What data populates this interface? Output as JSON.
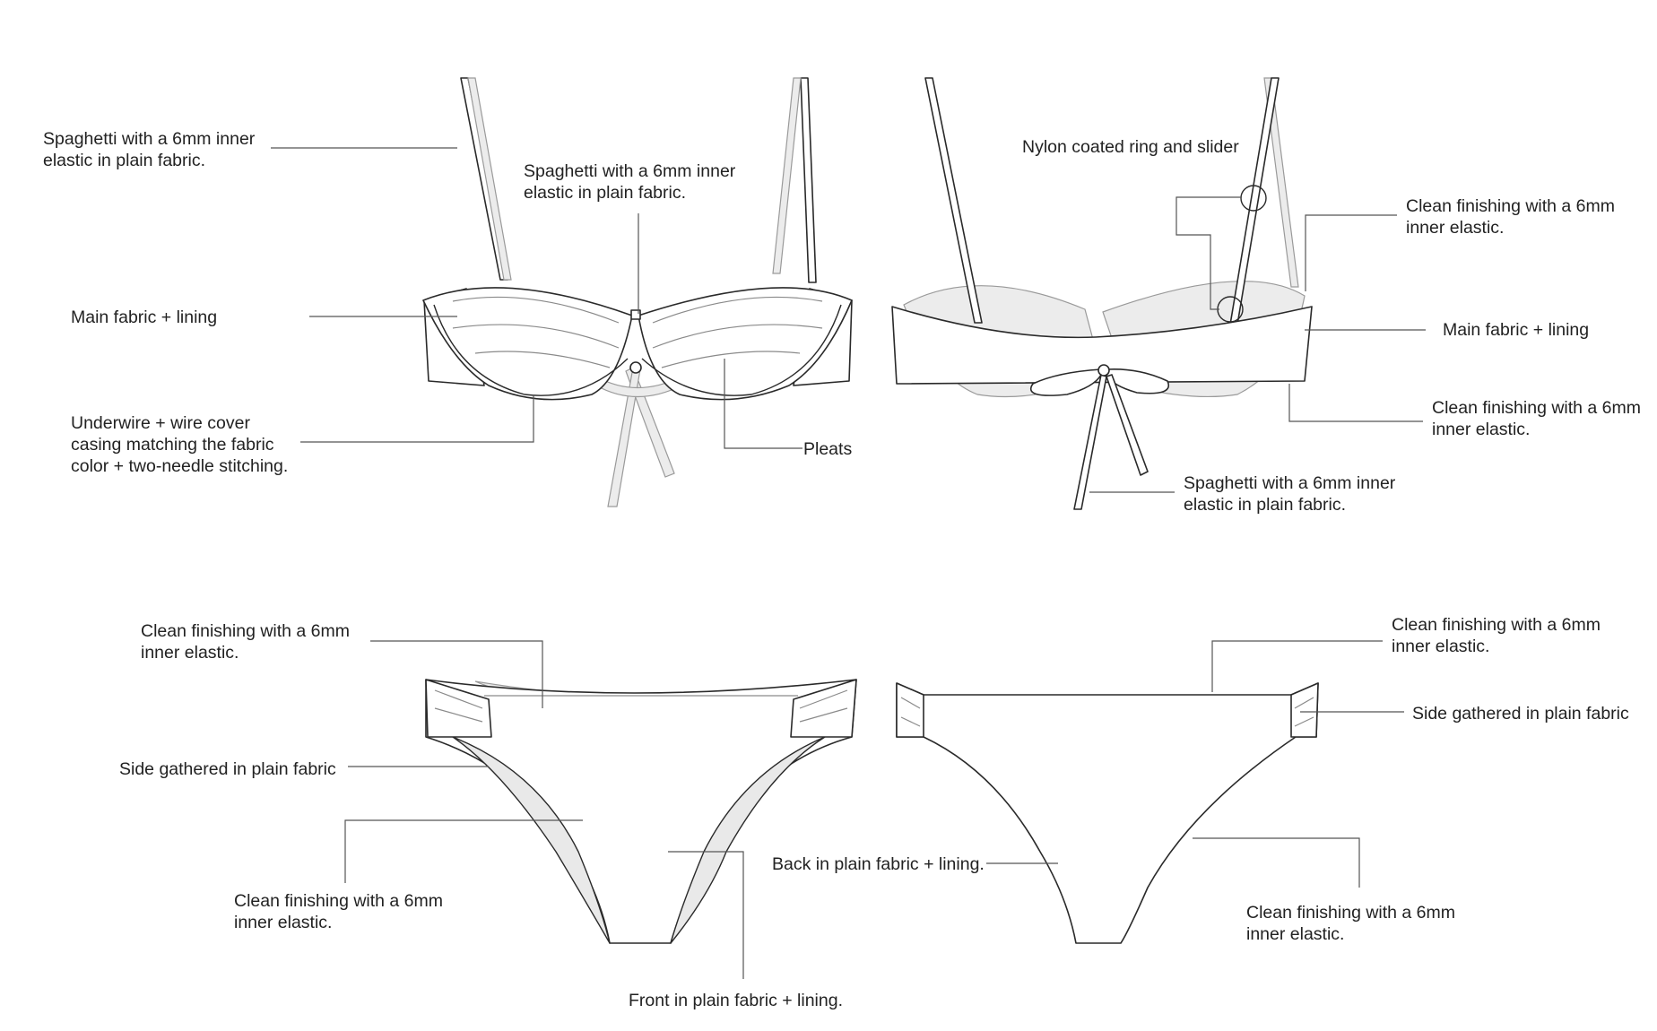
{
  "labels": {
    "bra_front": {
      "strap_left": "Spaghetti with a 6mm inner\nelastic in plain fabric.",
      "strap_center": "Spaghetti with a 6mm inner\nelastic in plain fabric.",
      "main_fabric": "Main fabric + lining",
      "underwire": "Underwire + wire cover\ncasing matching the fabric\ncolor + two-needle stitching.",
      "pleats": "Pleats"
    },
    "bra_back": {
      "ring_slider": "Nylon coated ring and slider",
      "clean_top": "Clean finishing with a 6mm\ninner elastic.",
      "main_fabric": "Main fabric + lining",
      "clean_bottom": "Clean finishing with a 6mm\ninner elastic.",
      "tie_spaghetti": "Spaghetti with a 6mm inner\nelastic in plain fabric."
    },
    "bottom_front": {
      "waist_clean": "Clean finishing with a 6mm\ninner elastic.",
      "side_gathered": "Side gathered in plain fabric",
      "leg_clean": "Clean finishing with a 6mm\ninner elastic.",
      "front_fabric": "Front in plain fabric + lining."
    },
    "bottom_back": {
      "waist_clean": "Clean finishing with a 6mm\ninner elastic.",
      "side_gathered": "Side gathered in plain fabric",
      "back_fabric": "Back in plain fabric + lining.",
      "leg_clean": "Clean finishing with a 6mm\ninner elastic."
    }
  }
}
